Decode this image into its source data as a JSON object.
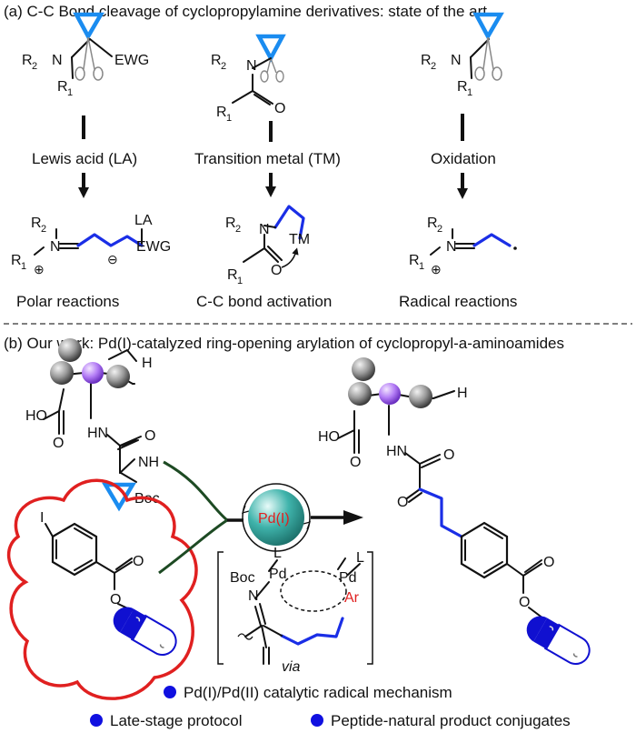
{
  "panel_a": {
    "title": "(a) C-C Bond cleavage of cyclopropylamine derivatives: state of the art",
    "conditions": [
      "Lewis acid (LA)",
      "Transition metal (TM)",
      "Oxidation"
    ],
    "outcomes": [
      "Polar reactions",
      "C-C bond activation",
      "Radical reactions"
    ],
    "labels": {
      "R": "R",
      "N": "N",
      "EWG": "EWG",
      "O": "O",
      "LA": "LA",
      "TM": "TM",
      "plus": "⊕",
      "minus": "⊖",
      "sub1": "1",
      "sub2": "2"
    }
  },
  "panel_b": {
    "title": "(b) Our work: Pd(I)-catalyzed ring-opening arylation of cyclopropyl-a-aminoamides",
    "catalyst": "Pd(I)",
    "labels": {
      "HO": "HO",
      "O": "O",
      "HN": "HN",
      "NH": "NH",
      "Boc": "Boc",
      "H": "H",
      "I": "I",
      "Pd": "Pd",
      "L": "L",
      "Ar": "Ar",
      "N": "N",
      "via": "via"
    },
    "features": [
      "Pd(I)/Pd(II) catalytic radical mechanism",
      "Late-stage protocol",
      "Peptide-natural product conjugates"
    ]
  },
  "colors": {
    "bond_blue": "#1a2ee6",
    "cyclopropane_blue": "#1a8cf0",
    "bullet_blue": "#1010e0",
    "catalyst_teal": "#2a9d96",
    "outline_red": "#e02020",
    "purple_atom": "#a060f0",
    "gray_atom": "#666666",
    "arrow_green": "#1d4a23"
  }
}
